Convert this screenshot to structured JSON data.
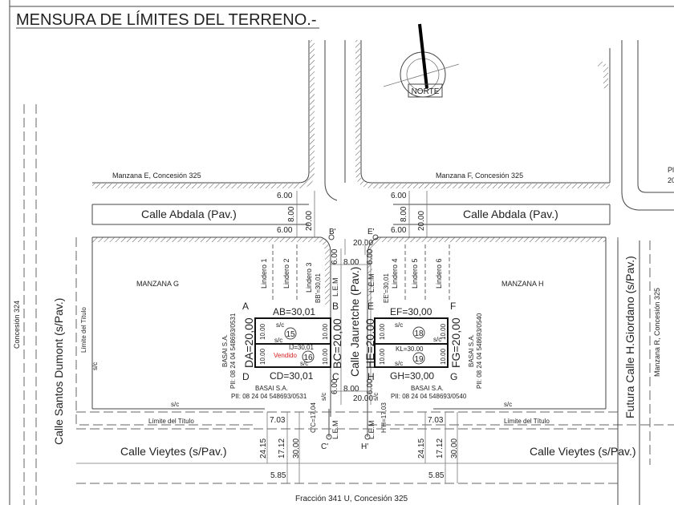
{
  "title": "MENSURA DE LÍMITES DEL TERRENO.-",
  "north_label": "NORTE",
  "manzanas": {
    "e": "Manzana E, Concesión 325",
    "f": "Manzana F, Concesión 325",
    "g": "MANZANA G",
    "h": "MANZANA H",
    "r": "Manzana R, Concesión 325",
    "pl": "Pl",
    "pl2": "20"
  },
  "streets": {
    "abdala": "Calle Abdala (Pav.)",
    "jauretche": "Calle Jauretche (Pav.)",
    "vieytes": "Calle Vieytes (s/Pav.)",
    "santos_dumont": "Calle Santos Dumont (s/Pav.)",
    "giordano": "Futura Calle H.Giordano (s/Pav.)"
  },
  "concesion_324": "Concesión 324",
  "fraccion": "Fracción 341 U, Concesión 325",
  "limite_titulo": "Límite del Título",
  "sc": "s/c",
  "lem": "L.E.M",
  "linderos": [
    "Lindero 1",
    "Lindero 2",
    "Lindero 3",
    "Lindero 4",
    "Lindero 5",
    "Lindero 6"
  ],
  "owner": "BASAI S.A.",
  "pii_0531": "PII: 08 24 04 548693/0531",
  "pii_0540": "PII: 08 24 04 548693/0540",
  "points": {
    "a": "A",
    "b": "B",
    "c": "C",
    "d": "D",
    "e": "E",
    "f": "F",
    "g": "G",
    "h": "H",
    "bp": "B'",
    "ep": "E'",
    "cp": "C'",
    "hp": "H'"
  },
  "measures": {
    "ab": "AB=30,01",
    "bc": "BC=20,00",
    "cd": "CD=30,01",
    "da": "DA=20,00",
    "ef": "EF=30,00",
    "fg": "FG=20,00",
    "gh": "GH=30,00",
    "he": "HE=20,00",
    "ij": "IJ=30,01",
    "kl": "KL=30.00",
    "bb": "BB'=30,01",
    "ee": "EE'=30,01",
    "cc": "C'C=17,04",
    "hh": "H'H=17,03",
    "d600": "6.00",
    "d800": "8.00",
    "d2000": "20.00",
    "d1000": "10.00",
    "d703": "7.03",
    "d2415": "24.15",
    "d1712": "17.12",
    "d3000": "30.00",
    "d585": "5.85"
  },
  "lots": [
    "15",
    "16",
    "18",
    "19"
  ],
  "vendido": "Vendido",
  "colors": {
    "vendido": "#d42020"
  }
}
